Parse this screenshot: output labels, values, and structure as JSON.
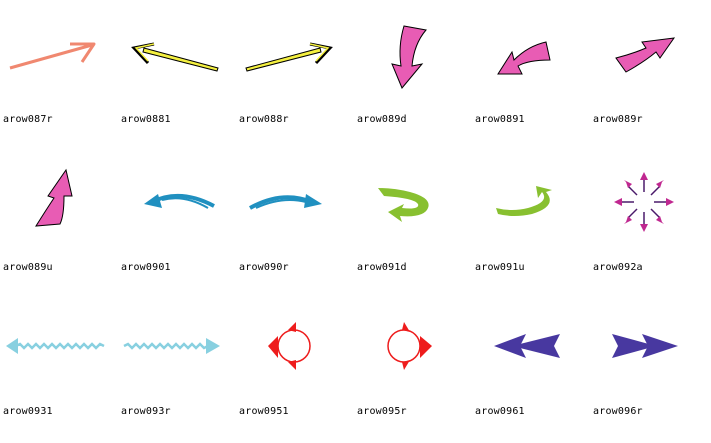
{
  "icons": [
    {
      "label": "arow087r",
      "icon": "thin-arrow-up-right-icon",
      "color": "#f08870"
    },
    {
      "label": "arow0881",
      "icon": "long-arrow-left-icon",
      "color": "#f4f040"
    },
    {
      "label": "arow088r",
      "icon": "long-arrow-right-icon",
      "color": "#f4f040"
    },
    {
      "label": "arow089d",
      "icon": "curved-arrow-down-icon",
      "color": "#e85cb4"
    },
    {
      "label": "arow0891",
      "icon": "curved-arrow-down-left-icon",
      "color": "#e85cb4"
    },
    {
      "label": "arow089r",
      "icon": "curved-arrow-right-icon",
      "color": "#e85cb4"
    },
    {
      "label": "arow089u",
      "icon": "curved-arrow-up-icon",
      "color": "#e85cb4"
    },
    {
      "label": "arow0901",
      "icon": "swoosh-arrow-left-icon",
      "color": "#2090c0"
    },
    {
      "label": "arow090r",
      "icon": "swoosh-arrow-right-icon",
      "color": "#2090c0"
    },
    {
      "label": "arow091d",
      "icon": "hook-arrow-down-icon",
      "color": "#88c030"
    },
    {
      "label": "arow091u",
      "icon": "hook-arrow-up-icon",
      "color": "#88c030"
    },
    {
      "label": "arow092a",
      "icon": "radial-arrows-icon",
      "color": "#c02890"
    },
    {
      "label": "arow0931",
      "icon": "zigzag-arrow-left-icon",
      "color": "#88d0e0"
    },
    {
      "label": "arow093r",
      "icon": "zigzag-arrow-right-icon",
      "color": "#88d0e0"
    },
    {
      "label": "arow0951",
      "icon": "circle-arrow-left-icon",
      "color": "#ee1c1c"
    },
    {
      "label": "arow095r",
      "icon": "circle-arrow-right-icon",
      "color": "#ee1c1c"
    },
    {
      "label": "arow0961",
      "icon": "double-chevron-arrow-left-icon",
      "color": "#4838a0"
    },
    {
      "label": "arow096r",
      "icon": "double-chevron-arrow-right-icon",
      "color": "#4838a0"
    }
  ]
}
